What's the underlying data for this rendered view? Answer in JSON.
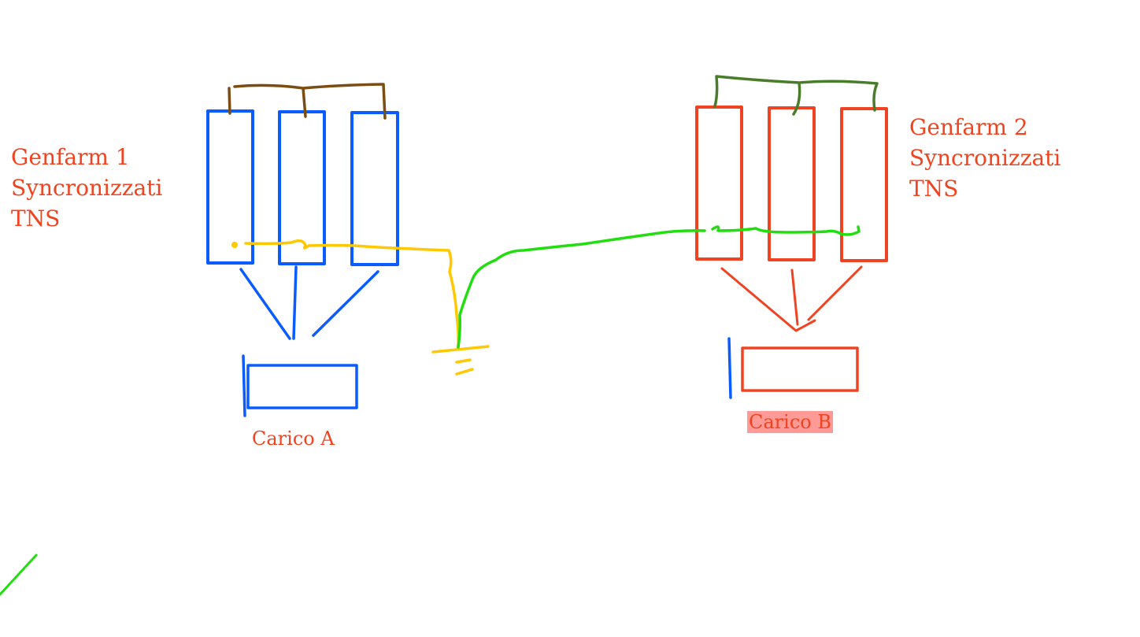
{
  "genfarm1": {
    "lines": [
      "Genfarm 1",
      "Syncronizzati",
      "TNS"
    ]
  },
  "genfarm2": {
    "lines": [
      "Genfarm 2",
      "Syncronizzati",
      "TNS"
    ]
  },
  "load_a": {
    "label": "Carico A"
  },
  "load_b": {
    "label": "Carico B"
  },
  "colors": {
    "group1": "#0a5cff",
    "group2": "#ef4423",
    "bus1": "#7a4d12",
    "bus2": "#4a7d2a",
    "neutral1": "#ffc800",
    "neutral2": "#22dd10",
    "text": "#f0431f",
    "highlight": "#ff9a96"
  }
}
